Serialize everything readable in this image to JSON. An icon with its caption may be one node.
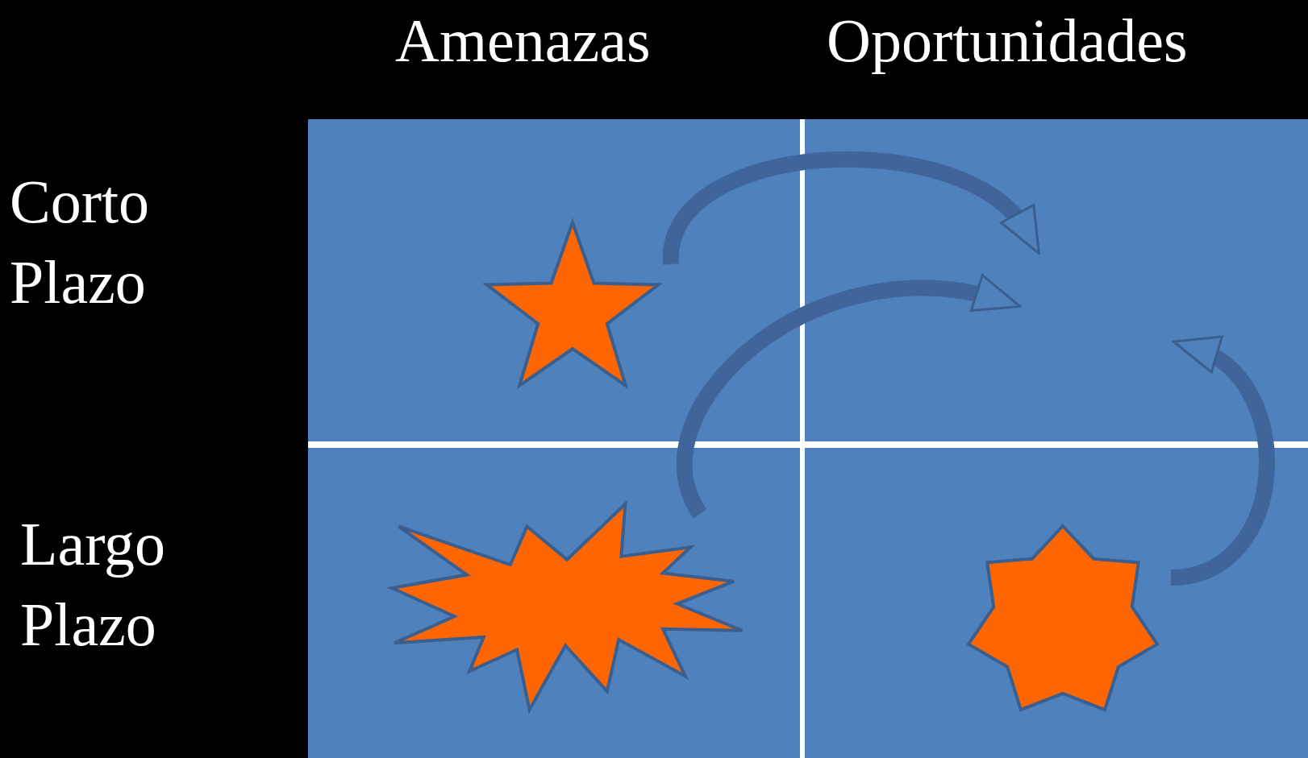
{
  "diagram": {
    "nodes": [
      {
        "text": [],
        "shape": "star"
      },
      {
        "text": [],
        "shape": "burst"
      },
      {
        "text": [],
        "shape": "star"
      }
    ],
    "edges": [
      {
        "from": 0,
        "to": null,
        "arrow": "to"
      },
      {
        "from": 1,
        "to": null,
        "arrow": "to"
      },
      {
        "from": 2,
        "to": null,
        "arrow": "to"
      }
    ],
    "labels": [
      "Amenazas",
      "Oportunidades",
      "Corto Plazo",
      "Largo Plazo"
    ]
  }
}
